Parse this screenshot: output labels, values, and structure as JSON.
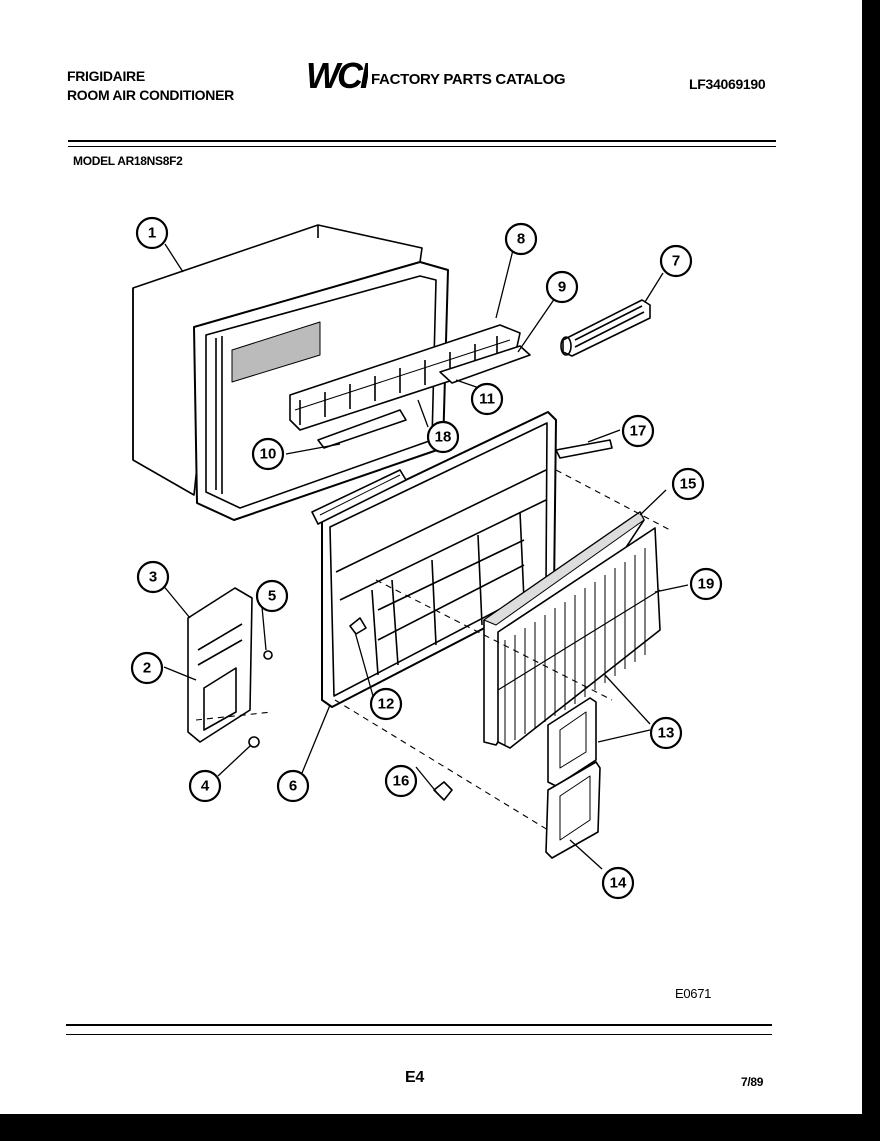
{
  "header": {
    "brand": "FRIGIDAIRE",
    "product": "ROOM AIR CONDITIONER",
    "logo_text": "WCI",
    "catalog_title": "FACTORY PARTS CATALOG",
    "catalog_number": "LF34069190"
  },
  "model_line": "MODEL AR18NS8F2",
  "callouts": [
    "1",
    "2",
    "3",
    "4",
    "5",
    "6",
    "7",
    "8",
    "9",
    "10",
    "11",
    "12",
    "13",
    "13",
    "14",
    "15",
    "16",
    "17",
    "18",
    "19"
  ],
  "footer": {
    "ref_code": "E0671",
    "page": "E4",
    "date": "7/89"
  }
}
